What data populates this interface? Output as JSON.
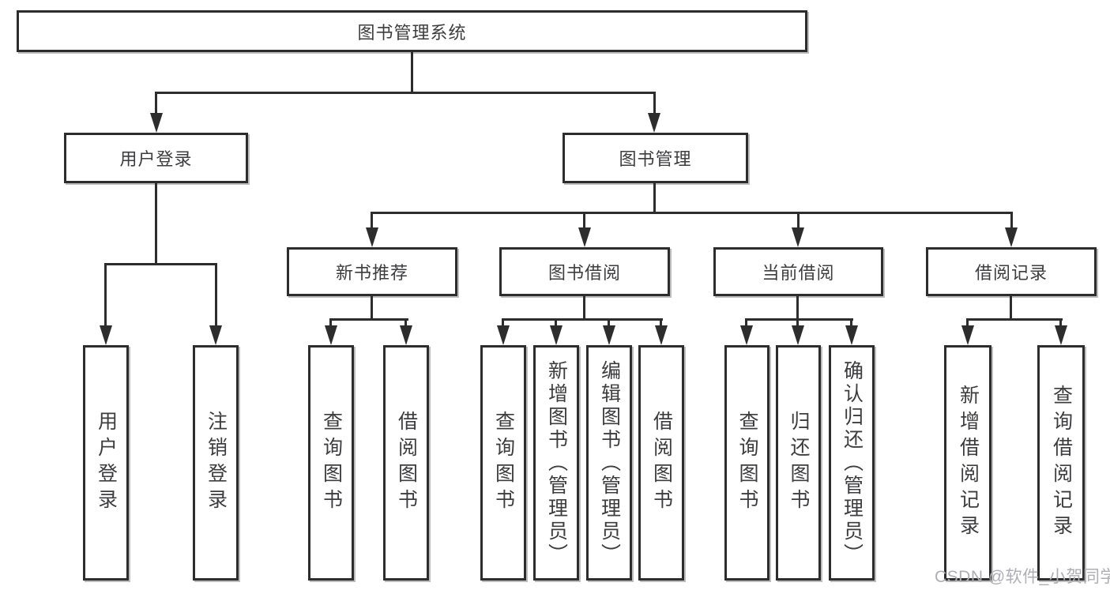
{
  "diagram": {
    "root": {
      "label": "图书管理系统"
    },
    "branches": [
      {
        "label": "用户登录",
        "children": [
          {
            "label": "用户登录"
          },
          {
            "label": "注销登录"
          }
        ]
      },
      {
        "label": "图书管理",
        "children": [
          {
            "label": "新书推荐",
            "children": [
              {
                "label": "查询图书"
              },
              {
                "label": "借阅图书"
              }
            ]
          },
          {
            "label": "图书借阅",
            "children": [
              {
                "label": "查询图书"
              },
              {
                "label": "新增图书（管理员）"
              },
              {
                "label": "编辑图书（管理员）"
              },
              {
                "label": "借阅图书"
              }
            ]
          },
          {
            "label": "当前借阅",
            "children": [
              {
                "label": "查询图书"
              },
              {
                "label": "归还图书"
              },
              {
                "label": "确认归还（管理员）"
              }
            ]
          },
          {
            "label": "借阅记录",
            "children": [
              {
                "label": "新增借阅记录"
              },
              {
                "label": "查询借阅记录"
              }
            ]
          }
        ]
      }
    ]
  },
  "watermark": {
    "text": "CSDN @软件_小贺同学"
  },
  "colors": {
    "line": "#2d2d2d",
    "text": "#3d3d3f",
    "background": "#ffffff",
    "watermark": "#aeaeb4"
  }
}
